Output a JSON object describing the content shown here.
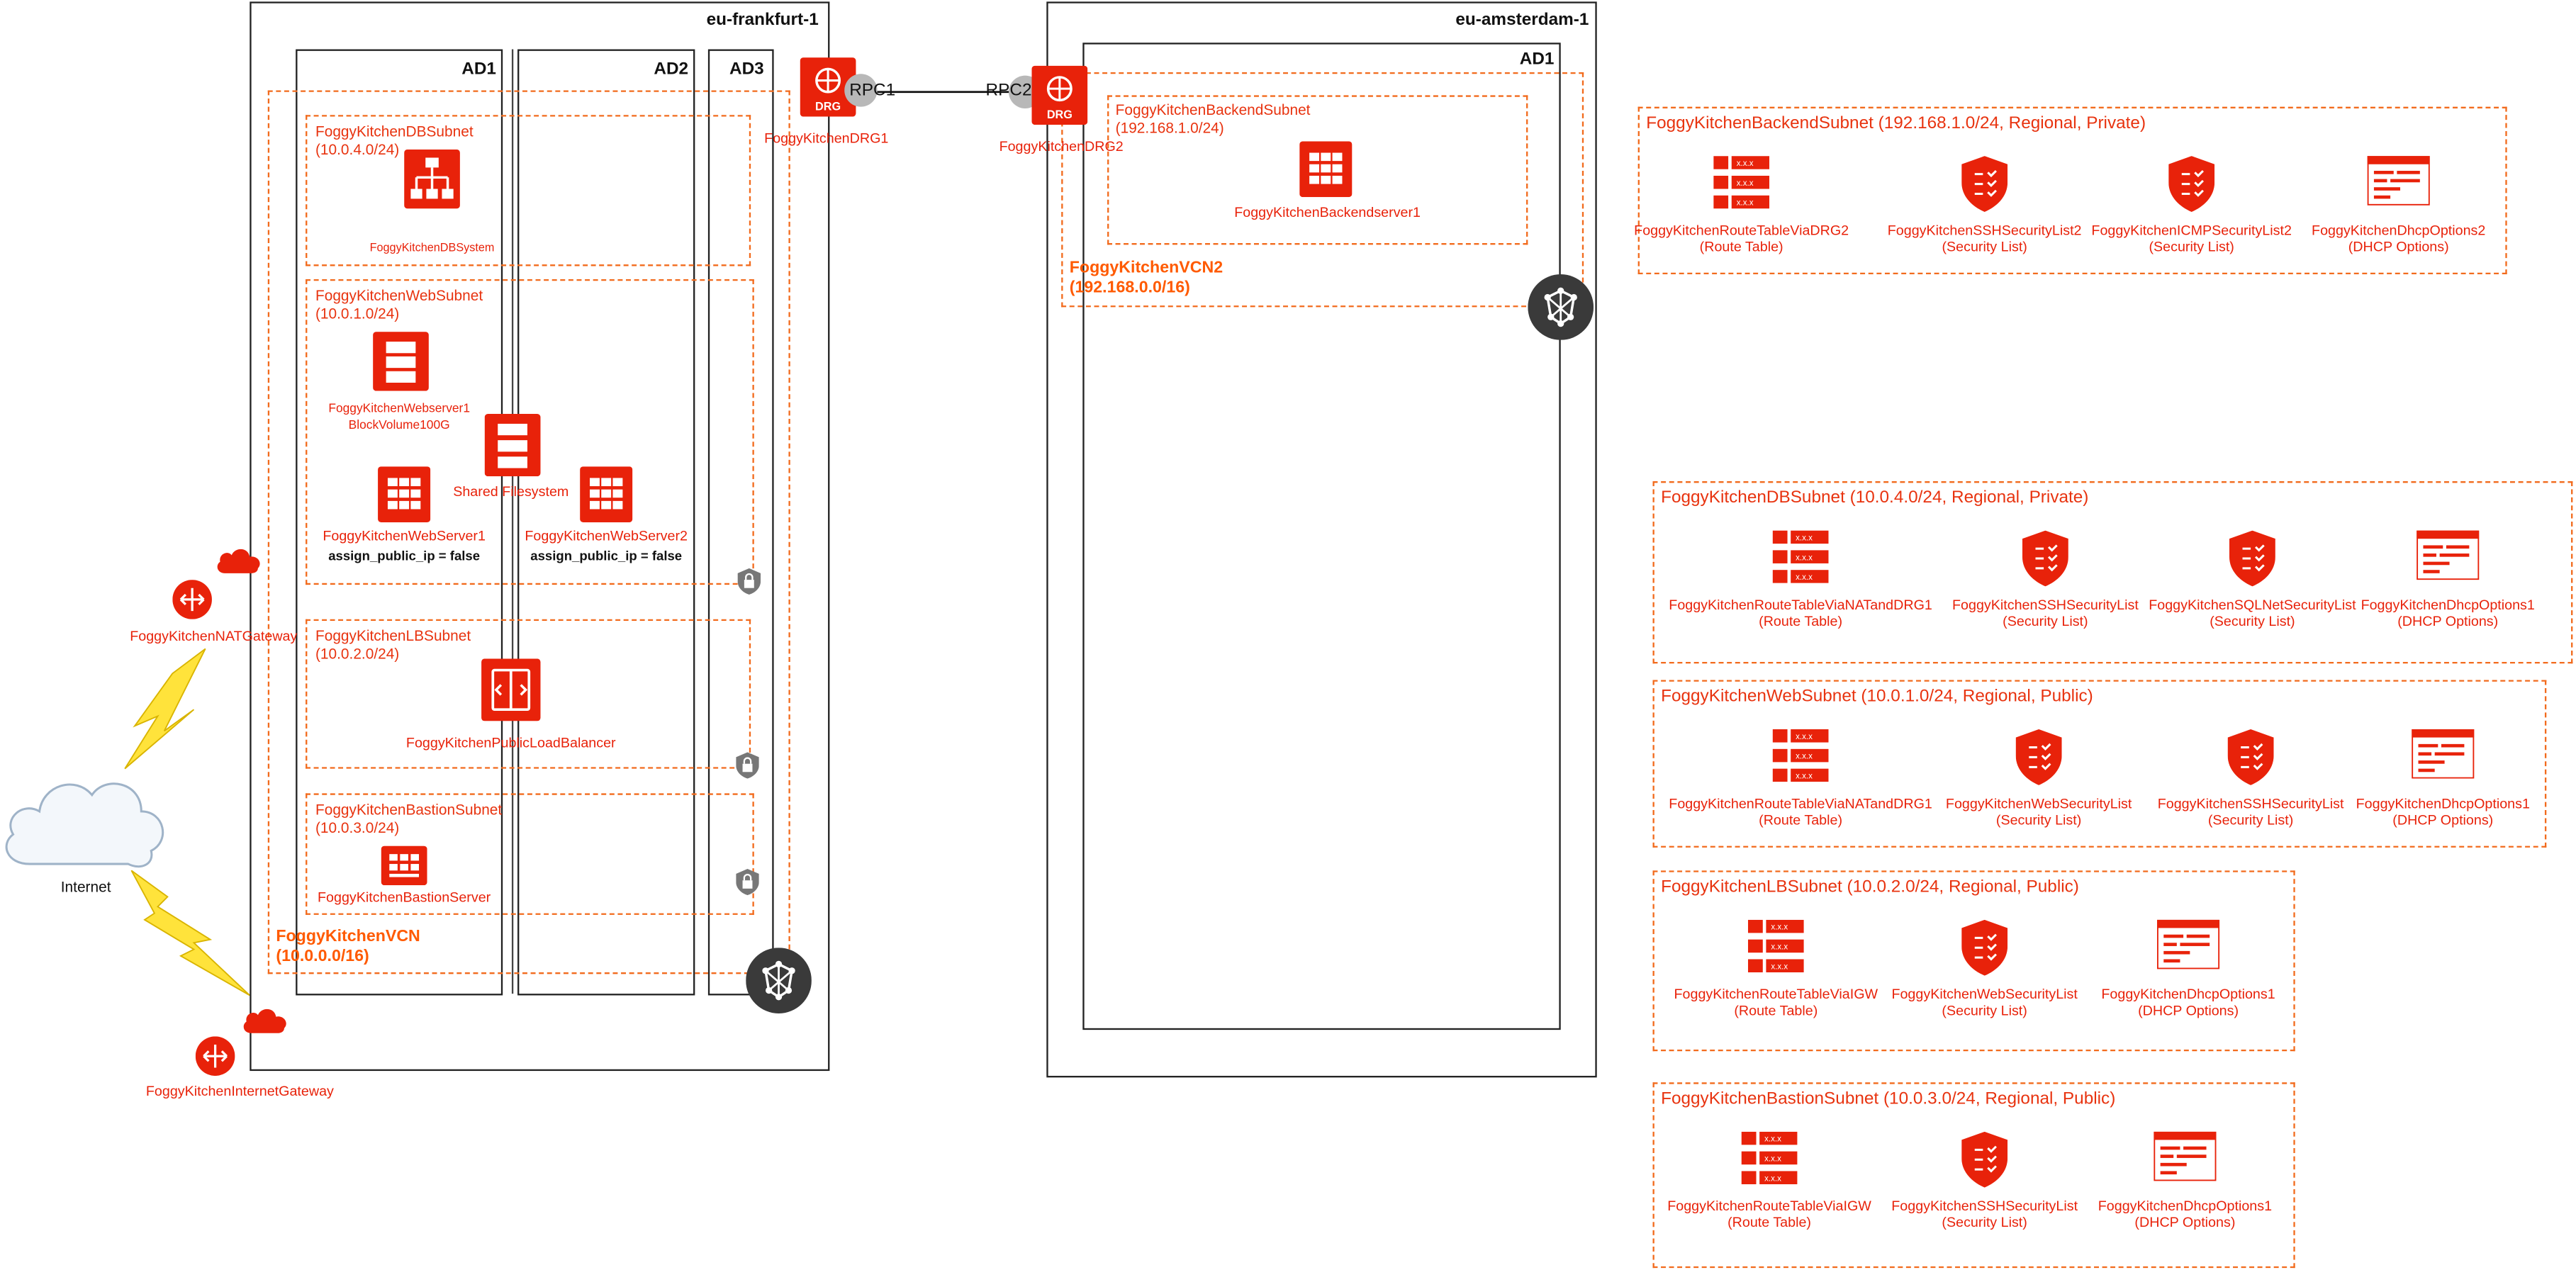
{
  "regions": {
    "frankfurt": {
      "name": "eu-frankfurt-1",
      "ads": [
        "AD1",
        "AD2",
        "AD3"
      ]
    },
    "amsterdam": {
      "name": "eu-amsterdam-1",
      "ad": "AD1"
    }
  },
  "drg1": {
    "name": "FoggyKitchenDRG1",
    "badge": "DRG",
    "rpc": "RPC1"
  },
  "drg2": {
    "name": "FoggyKitchenDRG2",
    "badge": "DRG",
    "rpc": "RPC2"
  },
  "vcn1": {
    "name": "FoggyKitchenVCN",
    "cidr": "(10.0.0.0/16)"
  },
  "vcn2": {
    "name": "FoggyKitchenVCN2",
    "cidr": "(192.168.0.0/16)"
  },
  "subnets": {
    "db": {
      "name": "FoggyKitchenDBSubnet",
      "cidr": "(10.0.4.0/24)"
    },
    "web": {
      "name": "FoggyKitchenWebSubnet",
      "cidr": "(10.0.1.0/24)"
    },
    "lb": {
      "name": "FoggyKitchenLBSubnet",
      "cidr": "(10.0.2.0/24)"
    },
    "bastion": {
      "name": "FoggyKitchenBastionSubnet",
      "cidr": "(10.0.3.0/24)"
    },
    "backend": {
      "name": "FoggyKitchenBackendSubnet",
      "cidr": "(192.168.1.0/24)"
    }
  },
  "resources": {
    "db_system": "FoggyKitchenDBSystem",
    "webserver1_vol": [
      "FoggyKitchenWebserver1",
      "BlockVolume100G"
    ],
    "shared_fs": "Shared Filesystem",
    "web1": "FoggyKitchenWebServer1",
    "web2": "FoggyKitchenWebServer2",
    "assign_ip": "assign_public_ip = false",
    "lb": "FoggyKitchenPublicLoadBalancer",
    "bastion": "FoggyKitchenBastionServer",
    "backend": "FoggyKitchenBackendserver1",
    "nat": "FoggyKitchenNATGateway",
    "igw": "FoggyKitchenInternetGateway",
    "internet": "Internet"
  },
  "panels": [
    {
      "title": "FoggyKitchenBackendSubnet (192.168.1.0/24, Regional, Private)",
      "items": [
        {
          "type": "route",
          "name": "FoggyKitchenRouteTableViaDRG2",
          "kind": "(Route Table)"
        },
        {
          "type": "sec",
          "name": "FoggyKitchenSSHSecurityList2",
          "kind": "(Security List)"
        },
        {
          "type": "sec",
          "name": "FoggyKitchenICMPSecurityList2",
          "kind": "(Security List)"
        },
        {
          "type": "dhcp",
          "name": "FoggyKitchenDhcpOptions2",
          "kind": "(DHCP Options)"
        }
      ]
    },
    {
      "title": "FoggyKitchenDBSubnet (10.0.4.0/24, Regional, Private)",
      "items": [
        {
          "type": "route",
          "name": "FoggyKitchenRouteTableViaNATandDRG1",
          "kind": "(Route Table)"
        },
        {
          "type": "sec",
          "name": "FoggyKitchenSSHSecurityList",
          "kind": "(Security List)"
        },
        {
          "type": "sec",
          "name": "FoggyKitchenSQLNetSecurityList",
          "kind": "(Security List)"
        },
        {
          "type": "dhcp",
          "name": "FoggyKitchenDhcpOptions1",
          "kind": "(DHCP Options)"
        }
      ]
    },
    {
      "title": "FoggyKitchenWebSubnet (10.0.1.0/24, Regional, Public)",
      "items": [
        {
          "type": "route",
          "name": "FoggyKitchenRouteTableViaNATandDRG1",
          "kind": "(Route Table)"
        },
        {
          "type": "sec",
          "name": "FoggyKitchenWebSecurityList",
          "kind": "(Security List)"
        },
        {
          "type": "sec",
          "name": "FoggyKitchenSSHSecurityList",
          "kind": "(Security List)"
        },
        {
          "type": "dhcp",
          "name": "FoggyKitchenDhcpOptions1",
          "kind": "(DHCP Options)"
        }
      ]
    },
    {
      "title": "FoggyKitchenLBSubnet (10.0.2.0/24, Regional, Public)",
      "items": [
        {
          "type": "route",
          "name": "FoggyKitchenRouteTableViaIGW",
          "kind": "(Route Table)"
        },
        {
          "type": "sec",
          "name": "FoggyKitchenWebSecurityList",
          "kind": "(Security List)"
        },
        {
          "type": "dhcp",
          "name": "FoggyKitchenDhcpOptions1",
          "kind": "(DHCP Options)"
        }
      ]
    },
    {
      "title": "FoggyKitchenBastionSubnet (10.0.3.0/24, Regional, Public)",
      "items": [
        {
          "type": "route",
          "name": "FoggyKitchenRouteTableViaIGW",
          "kind": "(Route Table)"
        },
        {
          "type": "sec",
          "name": "FoggyKitchenSSHSecurityList",
          "kind": "(Security List)"
        },
        {
          "type": "dhcp",
          "name": "FoggyKitchenDhcpOptions1",
          "kind": "(DHCP Options)"
        }
      ]
    }
  ],
  "colors": {
    "accent": "#e8220a",
    "dashed": "#f26b1d",
    "hub": "#3a3a3a"
  }
}
